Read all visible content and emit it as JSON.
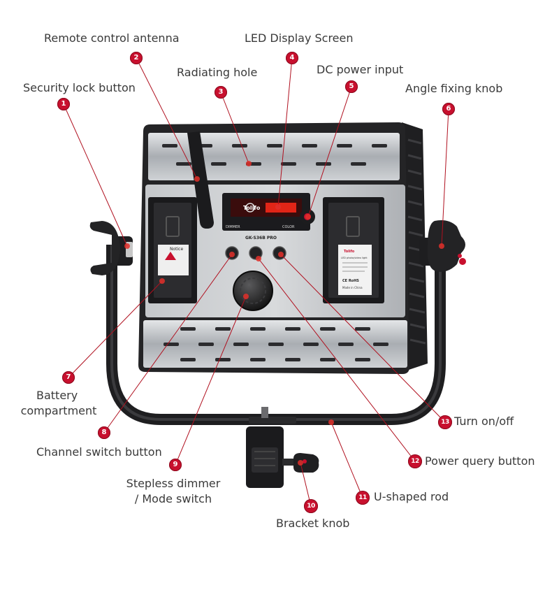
{
  "device": {
    "brand": "Tolifo",
    "model": "GK-S36B PRO",
    "display_left_label": "DIMMER",
    "display_right_label": "COLOR",
    "notice_label": "Notice",
    "spec_title": "LED photo/video light",
    "spec_made": "Made in China",
    "cert_marks": "CE RoHS"
  },
  "callouts": [
    {
      "number": "1",
      "label": "Security lock button"
    },
    {
      "number": "2",
      "label": "Remote control antenna"
    },
    {
      "number": "3",
      "label": "Radiating hole"
    },
    {
      "number": "4",
      "label": "LED Display Screen"
    },
    {
      "number": "5",
      "label": "DC power input"
    },
    {
      "number": "6",
      "label": "Angle fixing knob"
    },
    {
      "number": "7",
      "label": "Battery\ncompartment"
    },
    {
      "number": "8",
      "label": "Channel switch button"
    },
    {
      "number": "9",
      "label": "Stepless dimmer\n/ Mode switch"
    },
    {
      "number": "10",
      "label": "Bracket knob"
    },
    {
      "number": "11",
      "label": "U-shaped rod"
    },
    {
      "number": "12",
      "label": "Power query button"
    },
    {
      "number": "13",
      "label": "Turn on/off"
    }
  ],
  "colors": {
    "badge": "#c8102e",
    "leader": "#b0101f",
    "frame": "#232325",
    "panel": "#b9bcc0",
    "display_red": "#ff2a1a"
  }
}
